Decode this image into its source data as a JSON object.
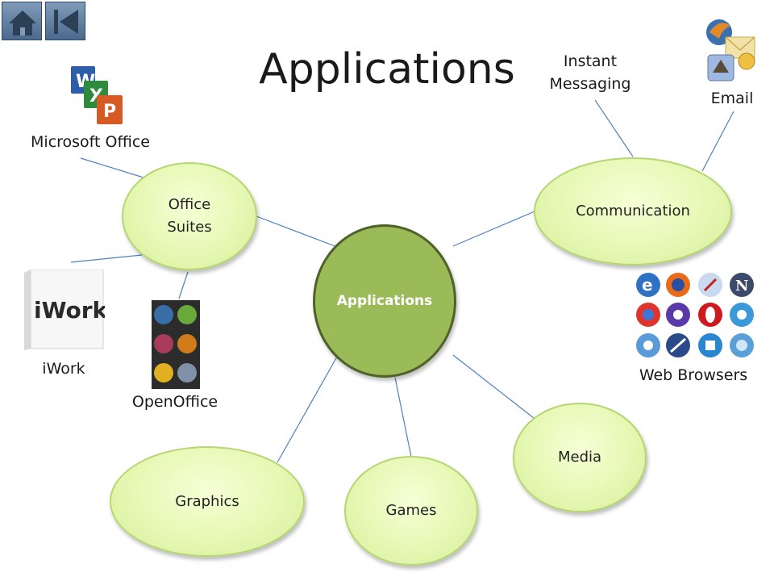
{
  "title": "Applications",
  "center": {
    "label": "Applications"
  },
  "nodes": {
    "office_suites": {
      "line1": "Office",
      "line2": "Suites"
    },
    "communication": {
      "label": "Communication"
    },
    "media": {
      "label": "Media"
    },
    "games": {
      "label": "Games"
    },
    "graphics": {
      "label": "Graphics"
    }
  },
  "labels": {
    "microsoft_office": "Microsoft Office",
    "iwork": "iWork",
    "iwork_box_text": "iWork",
    "openoffice": "OpenOffice",
    "instant_messaging_1": "Instant",
    "instant_messaging_2": "Messaging",
    "email": "Email",
    "web_browsers": "Web Browsers"
  },
  "icons": [
    "home-icon",
    "back-icon",
    "microsoft-office-icon",
    "iwork-box-icon",
    "openoffice-icon",
    "email-client-icon",
    "web-browser-icon"
  ],
  "colors": {
    "center_fill": "#9bbb59",
    "center_border": "#4f6228",
    "node_fill": "#e6f8b4",
    "node_border": "#b4d770",
    "connector": "#4f81bd"
  }
}
